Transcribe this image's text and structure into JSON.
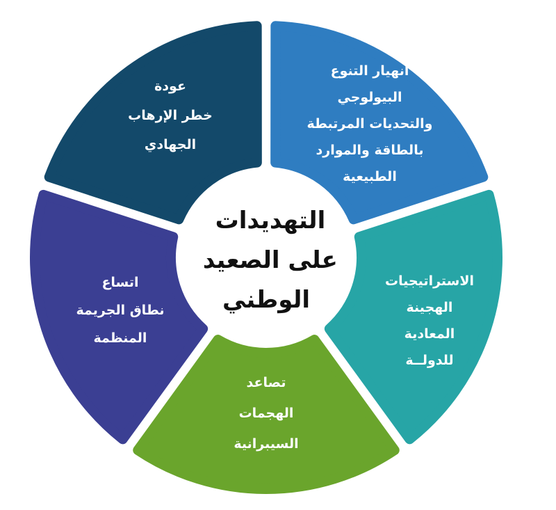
{
  "center": {
    "lines": [
      "التهديدات",
      "على الصعيد",
      "الوطني"
    ],
    "fill": "#ffffff"
  },
  "segments": [
    {
      "id": "biodiversity",
      "color": "#2f7dc1",
      "lines": [
        "انهيار التنوع",
        "البيولوجي",
        "والتحديات المرتبطة",
        "بالطاقة والموارد",
        "الطبيعية"
      ]
    },
    {
      "id": "hybrid-strategies",
      "color": "#27a5a6",
      "lines": [
        "الاستراتيجيات",
        "الهجينة",
        "المعادية",
        "للدولــة"
      ]
    },
    {
      "id": "cyber-attacks",
      "color": "#6aa52c",
      "lines": [
        "تصاعد",
        "الهجمات",
        "السيبرانية"
      ]
    },
    {
      "id": "organized-crime",
      "color": "#3b3f93",
      "lines": [
        "اتساع",
        "نطاق الجريمة",
        "المنظمة"
      ]
    },
    {
      "id": "terrorism",
      "color": "#13496a",
      "lines": [
        "عودة",
        "خطر الإرهاب",
        "الجهادي"
      ]
    }
  ]
}
